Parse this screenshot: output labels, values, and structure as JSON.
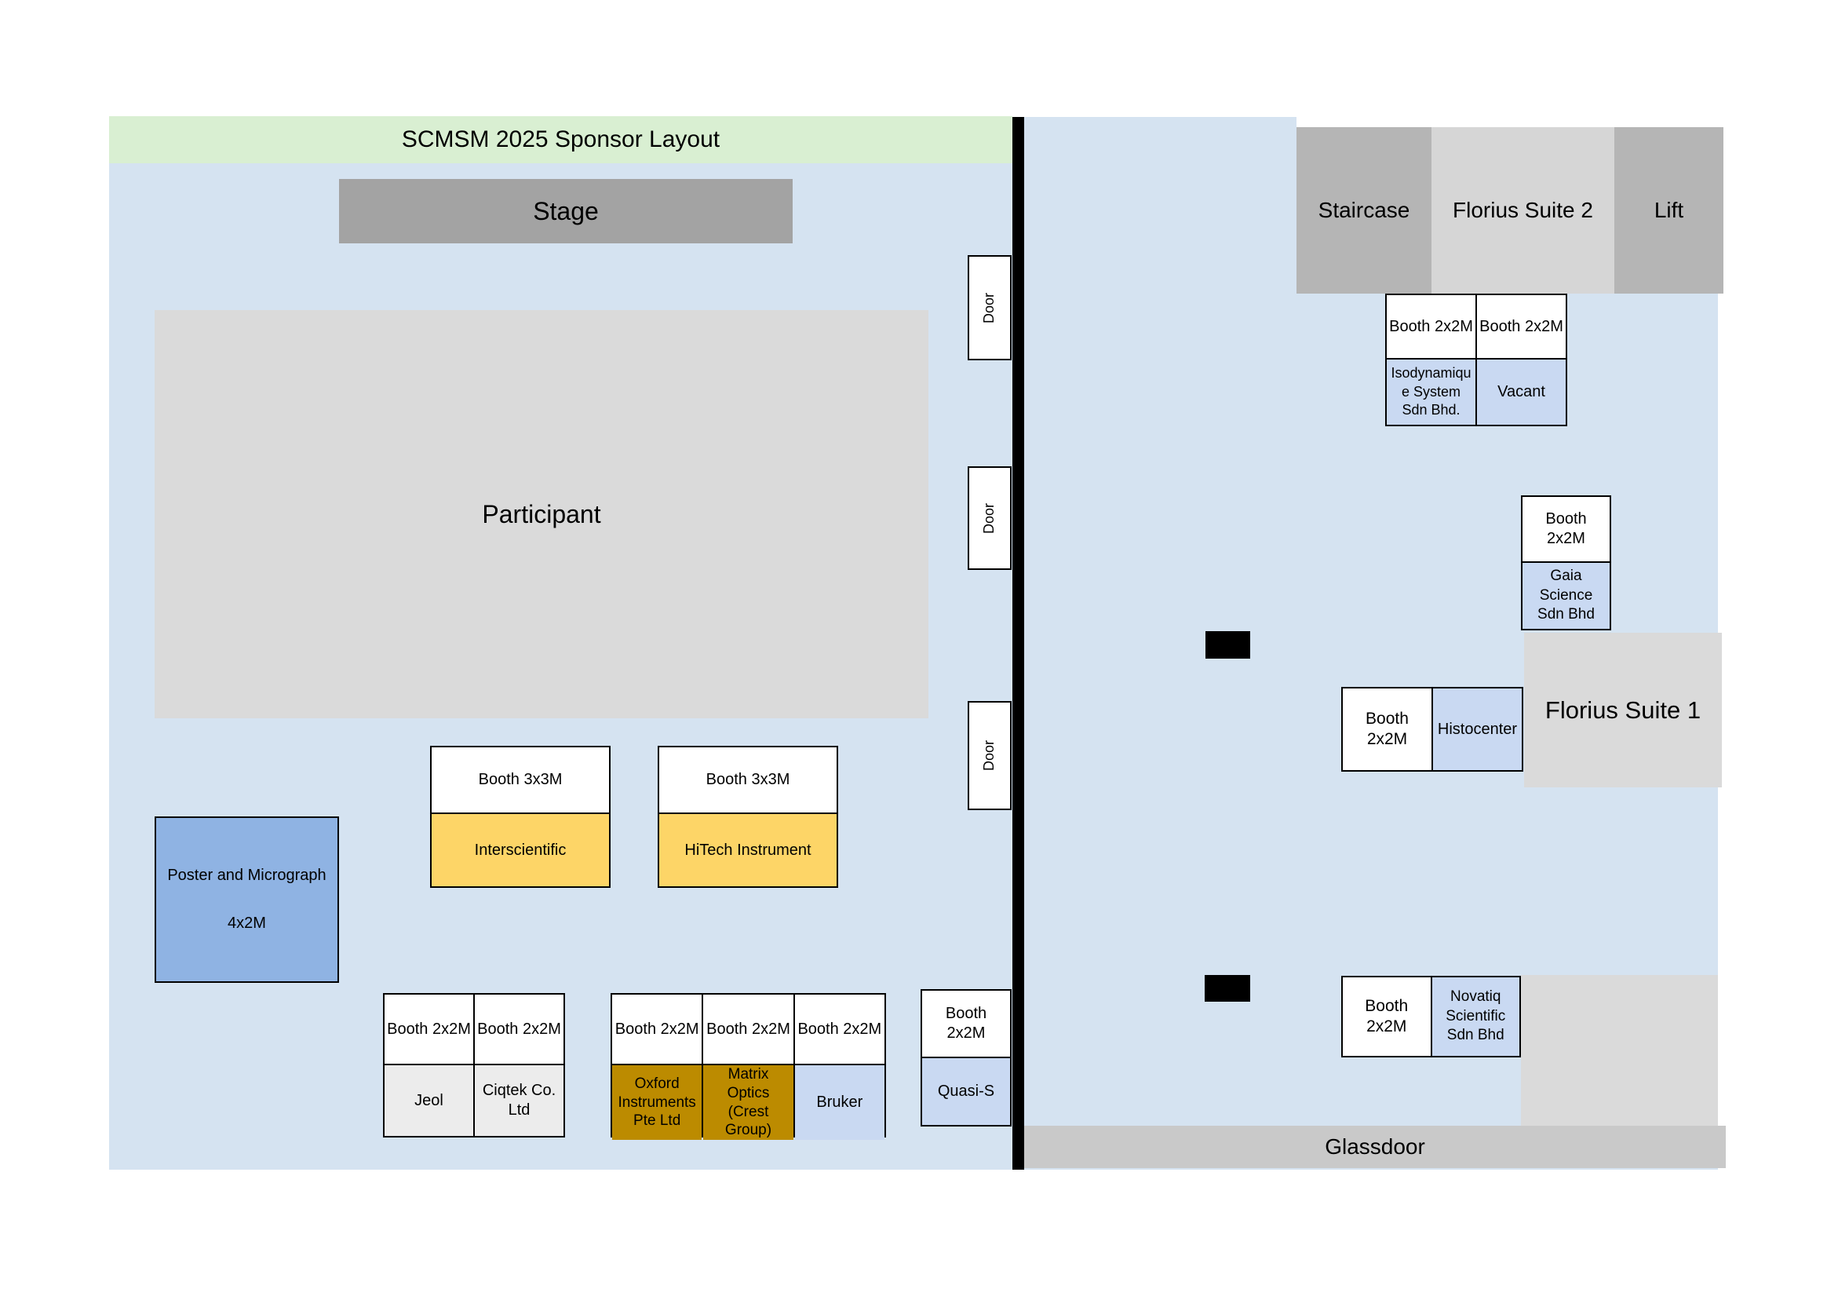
{
  "colors": {
    "panel-blue": "#d5e3f1",
    "band-green": "#d9efd2",
    "stage-gray": "#a3a3a3",
    "area-gray": "#dadada",
    "room-gray": "#b5b5b5",
    "room-light": "#d6d6d6",
    "glassdoor-gray": "#c9c9c9",
    "booth-white": "#ffffff",
    "label-blue": "#c9d9f2",
    "poster-blue": "#8fb3e3",
    "sponsor-yellow": "#fdd567",
    "sponsor-gold": "#bc8b00",
    "neutral-light": "#ececec",
    "divider-black": "#000000"
  },
  "title": "SCMSM 2025 Sponsor Layout",
  "stage": {
    "label": "Stage"
  },
  "participant": {
    "label": "Participant"
  },
  "door": {
    "label": "Door"
  },
  "poster": {
    "line1": "Poster and Micrograph",
    "line2": "4x2M"
  },
  "sponsor_booths_3x3": [
    {
      "size": "Booth 3x3M",
      "name": "Interscientific"
    },
    {
      "size": "Booth 3x3M",
      "name": "HiTech Instrument"
    }
  ],
  "bottom_row": {
    "pair": [
      {
        "size": "Booth 2x2M",
        "name": "Jeol"
      },
      {
        "size": "Booth 2x2M",
        "name": "Ciqtek Co. Ltd"
      }
    ],
    "trio": [
      {
        "size": "Booth 2x2M",
        "name": "Oxford Instruments Pte Ltd"
      },
      {
        "size": "Booth 2x2M",
        "name": "Matrix Optics (Crest Group)"
      },
      {
        "size": "Booth 2x2M",
        "name": "Bruker"
      }
    ],
    "quasi": {
      "size": "Booth 2x2M",
      "name": "Quasi-S"
    }
  },
  "right_wing": {
    "staircase": "Staircase",
    "florius_suite_2": "Florius Suite 2",
    "lift": "Lift",
    "florius_suite_1": "Florius Suite 1",
    "glassdoor": "Glassdoor",
    "upper_pair": [
      {
        "size": "Booth 2x2M",
        "name": "Isodynamique System Sdn Bhd."
      },
      {
        "size": "Booth 2x2M",
        "name": "Vacant"
      }
    ],
    "gaia": {
      "size": "Booth 2x2M",
      "name": "Gaia Science Sdn Bhd"
    },
    "histocenter": {
      "size": "Booth 2x2M",
      "name": "Histocenter"
    },
    "novatiq": {
      "size": "Booth 2x2M",
      "name": "Novatiq Scientific Sdn Bhd"
    }
  }
}
